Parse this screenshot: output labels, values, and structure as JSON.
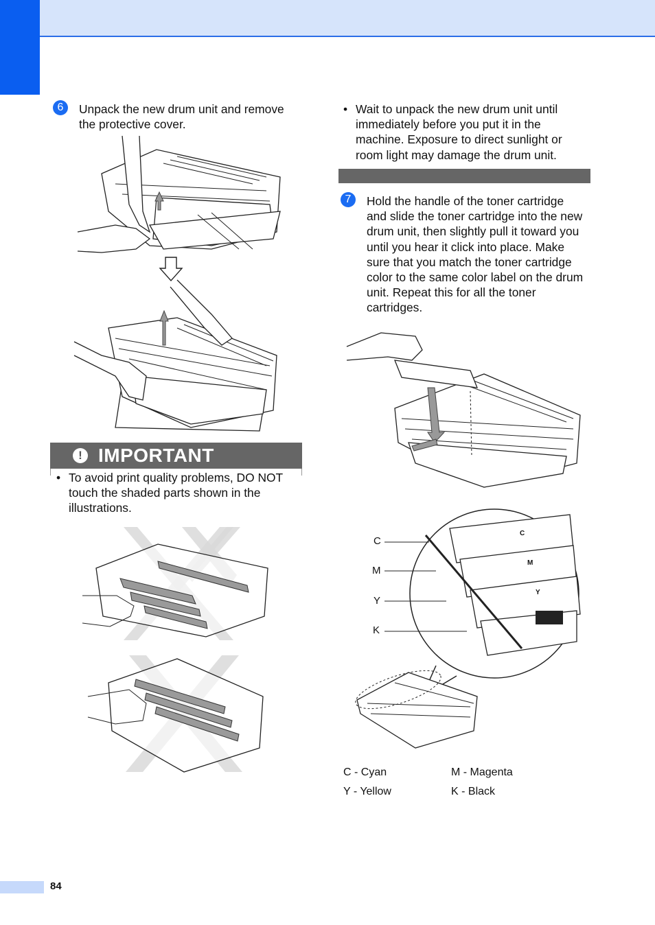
{
  "step6": {
    "number": "6",
    "text_line1": "Unpack the new drum unit and remove",
    "text_line2": "the protective cover."
  },
  "important": {
    "icon": "exclamation-icon",
    "title": "IMPORTANT",
    "bullet_line1": "To avoid print quality problems, DO NOT",
    "bullet_line2": "touch the shaded parts shown in the",
    "bullet_line3": "illustrations."
  },
  "note": {
    "bullet_line1": "Wait to unpack the new drum unit until",
    "bullet_line2": "immediately before you put it in the",
    "bullet_line3": "machine. Exposure to direct sunlight or",
    "bullet_line4": "room light may damage the drum unit."
  },
  "step7": {
    "number": "7",
    "lines": [
      "Hold the handle of the toner cartridge",
      "and slide the toner cartridge into the new",
      "drum unit, then slightly pull it toward you",
      "until you hear it click into place. Make",
      "sure that you match the toner cartridge",
      "color to the same color label on the drum",
      "unit. Repeat this for all the toner",
      "cartridges."
    ]
  },
  "callouts": {
    "c": "C",
    "m": "M",
    "y": "Y",
    "k": "K"
  },
  "cartridge_labels": {
    "c": "C",
    "m": "M",
    "y": "Y"
  },
  "legend": {
    "c": "C - Cyan",
    "m": "M - Magenta",
    "y": "Y - Yellow",
    "k": "K - Black"
  },
  "page_number": "84",
  "colors": {
    "accent_blue": "#0a5ef0",
    "band_light": "#d6e4fb",
    "important_gray": "#666666"
  }
}
